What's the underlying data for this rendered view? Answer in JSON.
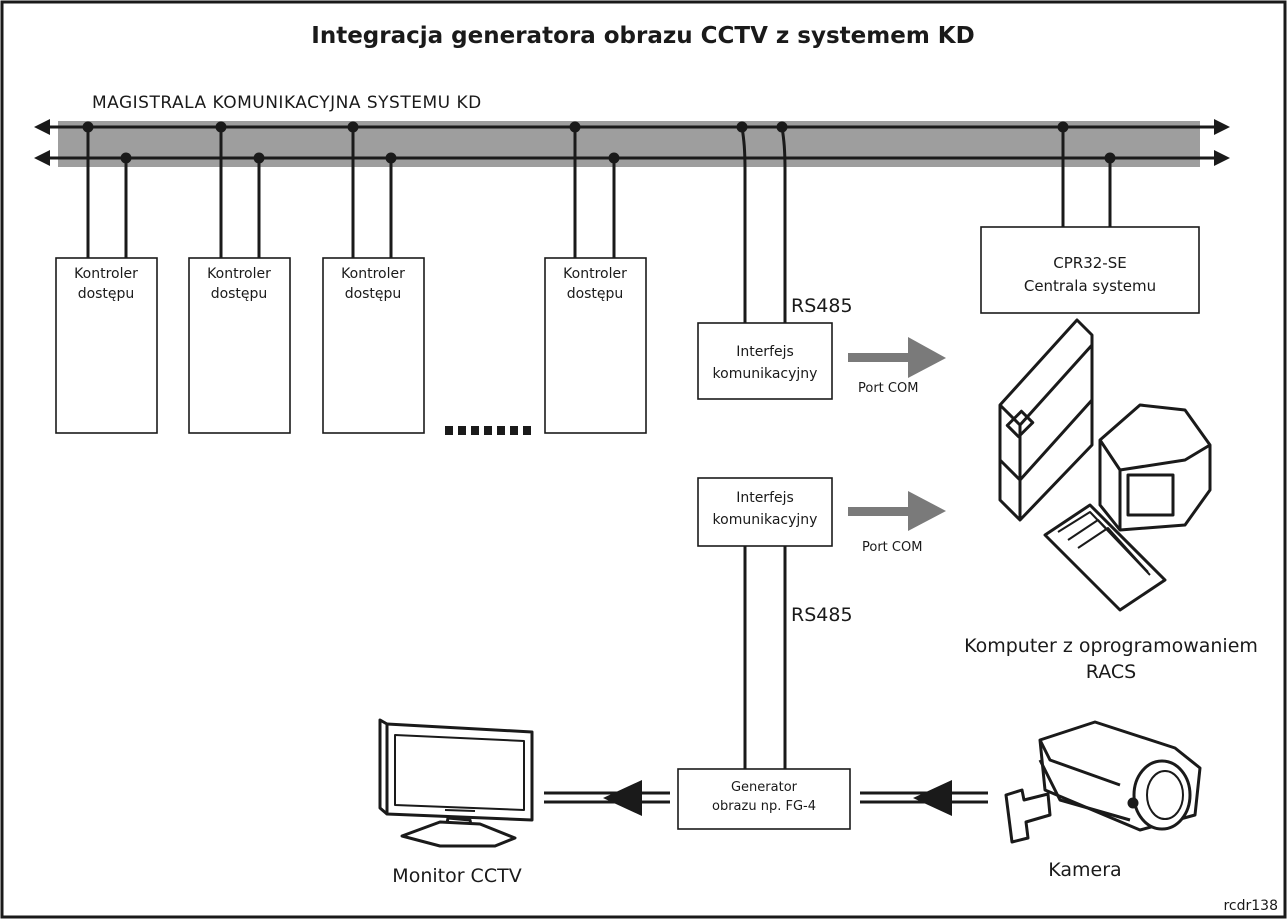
{
  "title": "Integracja generatora obrazu CCTV z systemem KD",
  "bus_label": "MAGISTRALA KOMUNIKACYJNA SYSTEMU KD",
  "controller": {
    "line1": "Kontroler",
    "line2": "dostępu"
  },
  "central": {
    "line1": "CPR32-SE",
    "line2": "Centrala systemu"
  },
  "interface": {
    "line1": "Interfejs",
    "line2": "komunikacyjny"
  },
  "rs485": "RS485",
  "port_com": "Port COM",
  "generator": {
    "line1": "Generator",
    "line2": "obrazu np. FG-4"
  },
  "computer_label": {
    "line1": "Komputer z oprogramowaniem",
    "line2": "RACS"
  },
  "monitor_label": "Monitor CCTV",
  "camera_label": "Kamera",
  "drawing_id": "rcdr138",
  "colors": {
    "line": "#1a1a1a",
    "bus_band": "#9e9e9e",
    "arrow_gray": "#7a7a7a"
  }
}
